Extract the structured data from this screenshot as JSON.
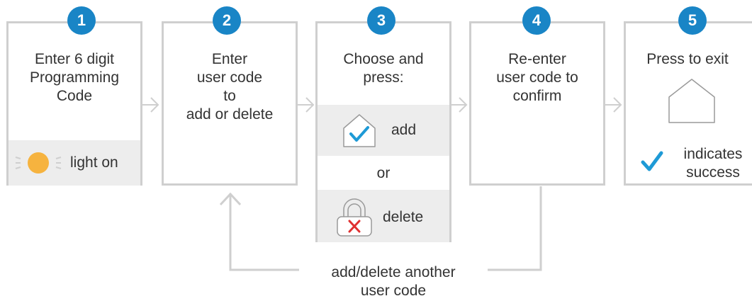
{
  "steps": [
    {
      "number": "1",
      "lines": [
        "Enter 6 digit",
        "Programming",
        "Code"
      ],
      "indicator": "light on"
    },
    {
      "number": "2",
      "lines": [
        "Enter",
        "user code",
        "to",
        "add or delete"
      ]
    },
    {
      "number": "3",
      "lines": [
        "Choose and",
        "press:"
      ],
      "option_add": "add",
      "option_or": "or",
      "option_delete": "delete"
    },
    {
      "number": "4",
      "lines": [
        "Re-enter",
        "user code to",
        "confirm"
      ]
    },
    {
      "number": "5",
      "lines": [
        "Press to exit"
      ],
      "success_lines": [
        "indicates",
        "success"
      ]
    }
  ],
  "loop_label_lines": [
    "add/delete another",
    "user code"
  ],
  "colors": {
    "badge": "#1985c6",
    "border": "#cfcfcf",
    "panel": "#ededed",
    "text": "#333333",
    "check": "#1e9ad6",
    "cross": "#e03030",
    "light": "#f6b33f"
  },
  "icons": [
    "light-icon",
    "house-check-icon",
    "lock-x-icon",
    "house-icon",
    "checkmark-icon"
  ]
}
